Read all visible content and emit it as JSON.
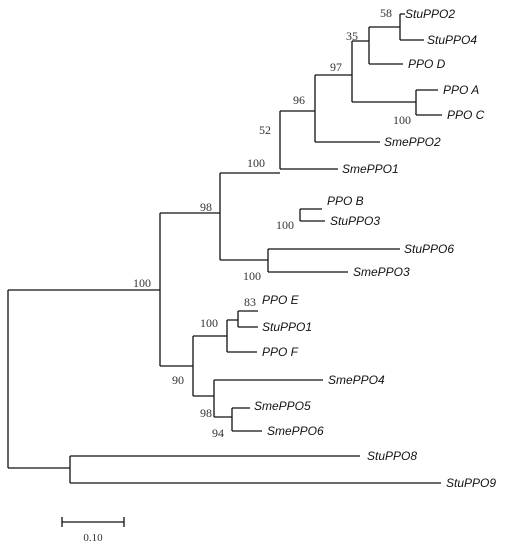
{
  "tree": {
    "leaves": [
      {
        "id": "stuppo2",
        "label": "StuPPO2"
      },
      {
        "id": "stuppo4",
        "label": "StuPPO4"
      },
      {
        "id": "ppod",
        "label": "PPO D"
      },
      {
        "id": "ppoa",
        "label": "PPO A"
      },
      {
        "id": "ppoc",
        "label": "PPO C"
      },
      {
        "id": "smeppo2",
        "label": "SmePPO2"
      },
      {
        "id": "smeppo1",
        "label": "SmePPO1"
      },
      {
        "id": "ppob",
        "label": "PPO B"
      },
      {
        "id": "stuppo3",
        "label": "StuPPO3"
      },
      {
        "id": "stuppo6",
        "label": "StuPPO6"
      },
      {
        "id": "smeppo3",
        "label": "SmePPO3"
      },
      {
        "id": "ppoe",
        "label": "PPO E"
      },
      {
        "id": "stuppo1",
        "label": "StuPPO1"
      },
      {
        "id": "ppof",
        "label": "PPO F"
      },
      {
        "id": "smeppo4",
        "label": "SmePPO4"
      },
      {
        "id": "smeppo5",
        "label": "SmePPO5"
      },
      {
        "id": "smeppo6",
        "label": "SmePPO6"
      },
      {
        "id": "stuppo8",
        "label": "StuPPO8"
      },
      {
        "id": "stuppo9",
        "label": "StuPPO9"
      }
    ],
    "support_values": [
      {
        "id": "n58",
        "value": "58"
      },
      {
        "id": "n35",
        "value": "35"
      },
      {
        "id": "n97",
        "value": "97"
      },
      {
        "id": "n100ac",
        "value": "100"
      },
      {
        "id": "n96",
        "value": "96"
      },
      {
        "id": "n52",
        "value": "52"
      },
      {
        "id": "n100a",
        "value": "100"
      },
      {
        "id": "n100b3",
        "value": "100"
      },
      {
        "id": "n98top",
        "value": "98"
      },
      {
        "id": "n100sp",
        "value": "100"
      },
      {
        "id": "n100root",
        "value": "100"
      },
      {
        "id": "n83",
        "value": "83"
      },
      {
        "id": "n100e",
        "value": "100"
      },
      {
        "id": "n90",
        "value": "90"
      },
      {
        "id": "n98sme",
        "value": "98"
      },
      {
        "id": "n94",
        "value": "94"
      }
    ]
  },
  "scale_bar": {
    "label": "0.10",
    "value": 0.1
  }
}
